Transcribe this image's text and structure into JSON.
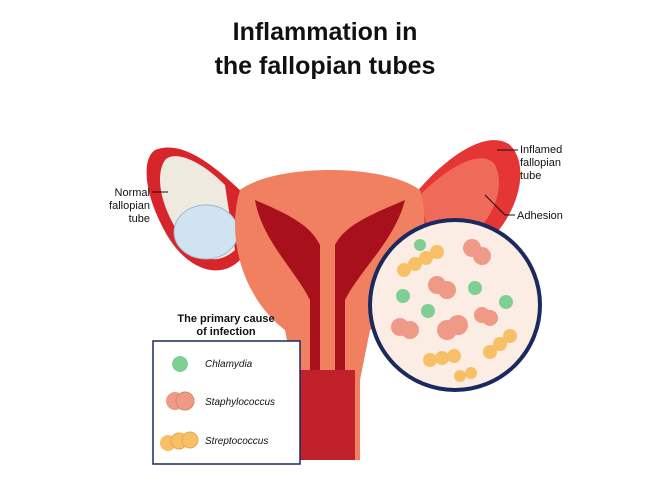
{
  "title": {
    "line1": "Inflammation in",
    "line2": "the fallopian tubes"
  },
  "labels": {
    "normal": [
      "Normal",
      "fallopian",
      "tube"
    ],
    "inflamed": [
      "Inflamed",
      "fallopian",
      "tube"
    ],
    "adhesion": "Adhesion"
  },
  "legend": {
    "heading": [
      "The primary cause",
      "of infection"
    ],
    "items": [
      {
        "name": "Chlamydia",
        "color": "#7fcf95"
      },
      {
        "name": "Staphylococcus",
        "color": "#ef9a86"
      },
      {
        "name": "Streptococcus",
        "color": "#f7c066"
      }
    ]
  },
  "colors": {
    "uterus": "#f0805f",
    "inner": "#a8101b",
    "tube": "#e03a3a",
    "circle_border": "#1a2a5e"
  }
}
